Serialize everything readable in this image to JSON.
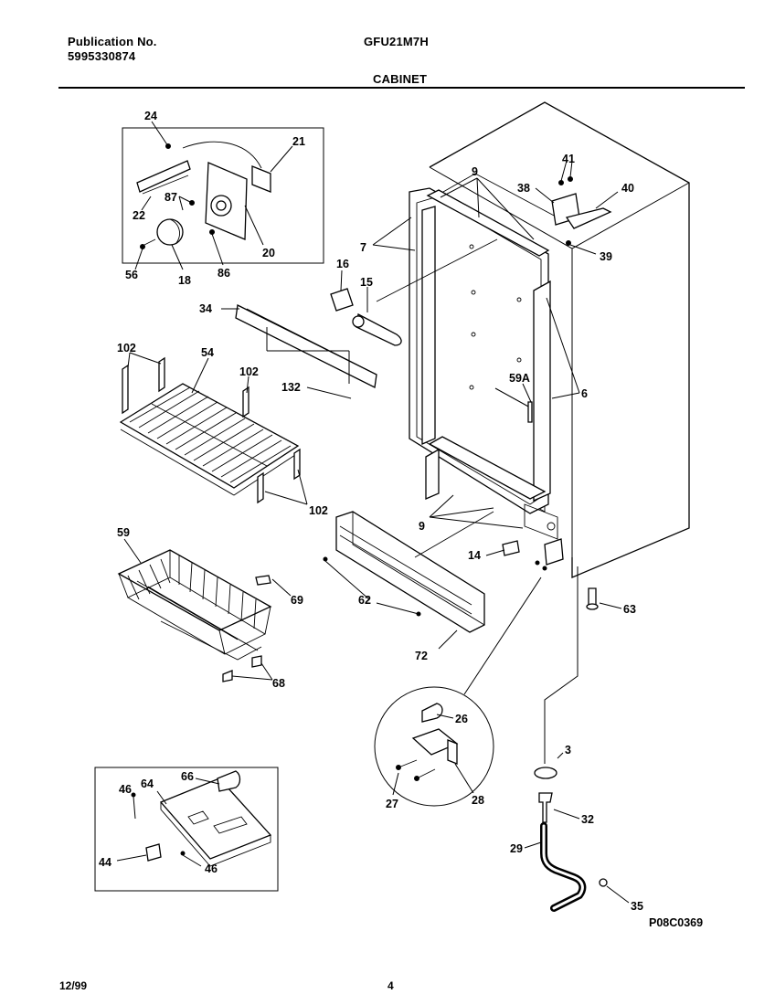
{
  "header": {
    "publication_label": "Publication No.",
    "publication_number": "5995330874",
    "model": "GFU21M7H",
    "section_title": "CABINET"
  },
  "diagram": {
    "callouts": {
      "c24": "24",
      "c21": "21",
      "c87": "87",
      "c22": "22",
      "c20": "20",
      "c56": "56",
      "c18": "18",
      "c86": "86",
      "c9a": "9",
      "c41": "41",
      "c38": "38",
      "c40": "40",
      "c39": "39",
      "c7": "7",
      "c16": "16",
      "c15": "15",
      "c34": "34",
      "c102a": "102",
      "c54": "54",
      "c102b": "102",
      "c132": "132",
      "c59a": "59A",
      "c6": "6",
      "c102c": "102",
      "c9b": "9",
      "c14": "14",
      "c59": "59",
      "c69": "69",
      "c62": "62",
      "c63": "63",
      "c72": "72",
      "c68": "68",
      "c26": "26",
      "c27": "27",
      "c28": "28",
      "c3": "3",
      "c32": "32",
      "c66": "66",
      "c46a": "46",
      "c64": "64",
      "c44": "44",
      "c46b": "46",
      "c29": "29",
      "c35": "35"
    },
    "drawing_code": "P08C0369"
  },
  "footer": {
    "date": "12/99",
    "page": "4"
  }
}
